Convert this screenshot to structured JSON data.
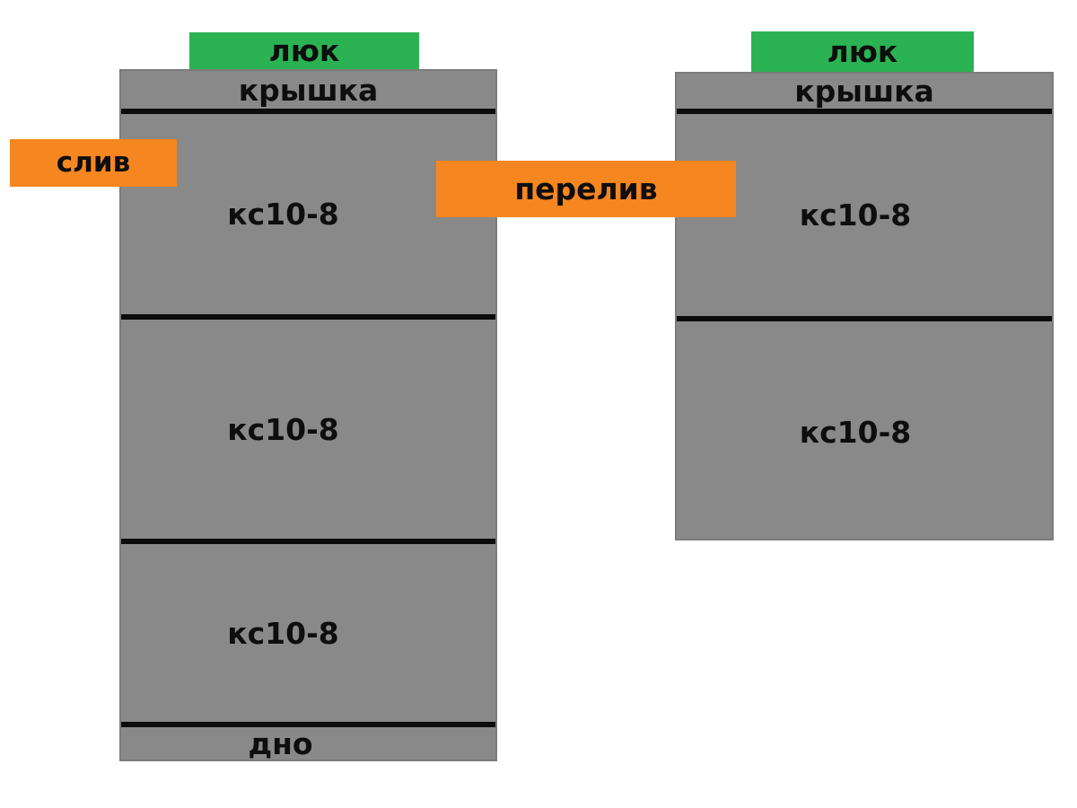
{
  "colors": {
    "hatch_green": "#2bb353",
    "pipe_orange": "#f6861f",
    "concrete_gray": "#898989",
    "joint_line_black": "#0c0c0c",
    "background": "#ffffff",
    "text": "#0e0e0e"
  },
  "diagram": {
    "left_tank": {
      "hatch_label": "люк",
      "cap_label": "крышка",
      "rings": [
        "кс10-8",
        "кс10-8",
        "кс10-8"
      ],
      "bottom_label": "дно",
      "drain_label": "слив"
    },
    "right_tank": {
      "hatch_label": "люк",
      "cap_label": "крышка",
      "rings": [
        "кс10-8",
        "кс10-8"
      ]
    },
    "overflow_label": "перелив"
  }
}
